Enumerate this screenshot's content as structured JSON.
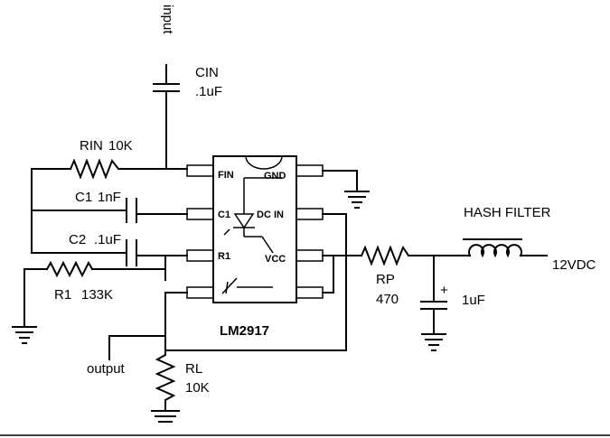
{
  "ic": {
    "name": "LM2917",
    "pins": {
      "fin": "FIN",
      "gnd": "GND",
      "c1": "C1",
      "dcin": "DC IN",
      "r1": "R1",
      "vcc": "VCC"
    }
  },
  "components": {
    "cin": {
      "ref": "CIN",
      "value": ".1uF"
    },
    "rin": {
      "ref": "RIN",
      "value": "10K"
    },
    "c1": {
      "ref": "C1",
      "value": "1nF"
    },
    "c2": {
      "ref": "C2",
      "value": ".1uF"
    },
    "r1": {
      "ref": "R1",
      "value": "133K"
    },
    "rp": {
      "ref": "RP",
      "value": "470"
    },
    "c_out": {
      "value": "1uF",
      "polarity": "+"
    },
    "rl": {
      "ref": "RL",
      "value": "10K"
    },
    "filter": {
      "label": "HASH FILTER"
    }
  },
  "nets": {
    "input": "input",
    "output": "output",
    "supply": "12VDC"
  }
}
